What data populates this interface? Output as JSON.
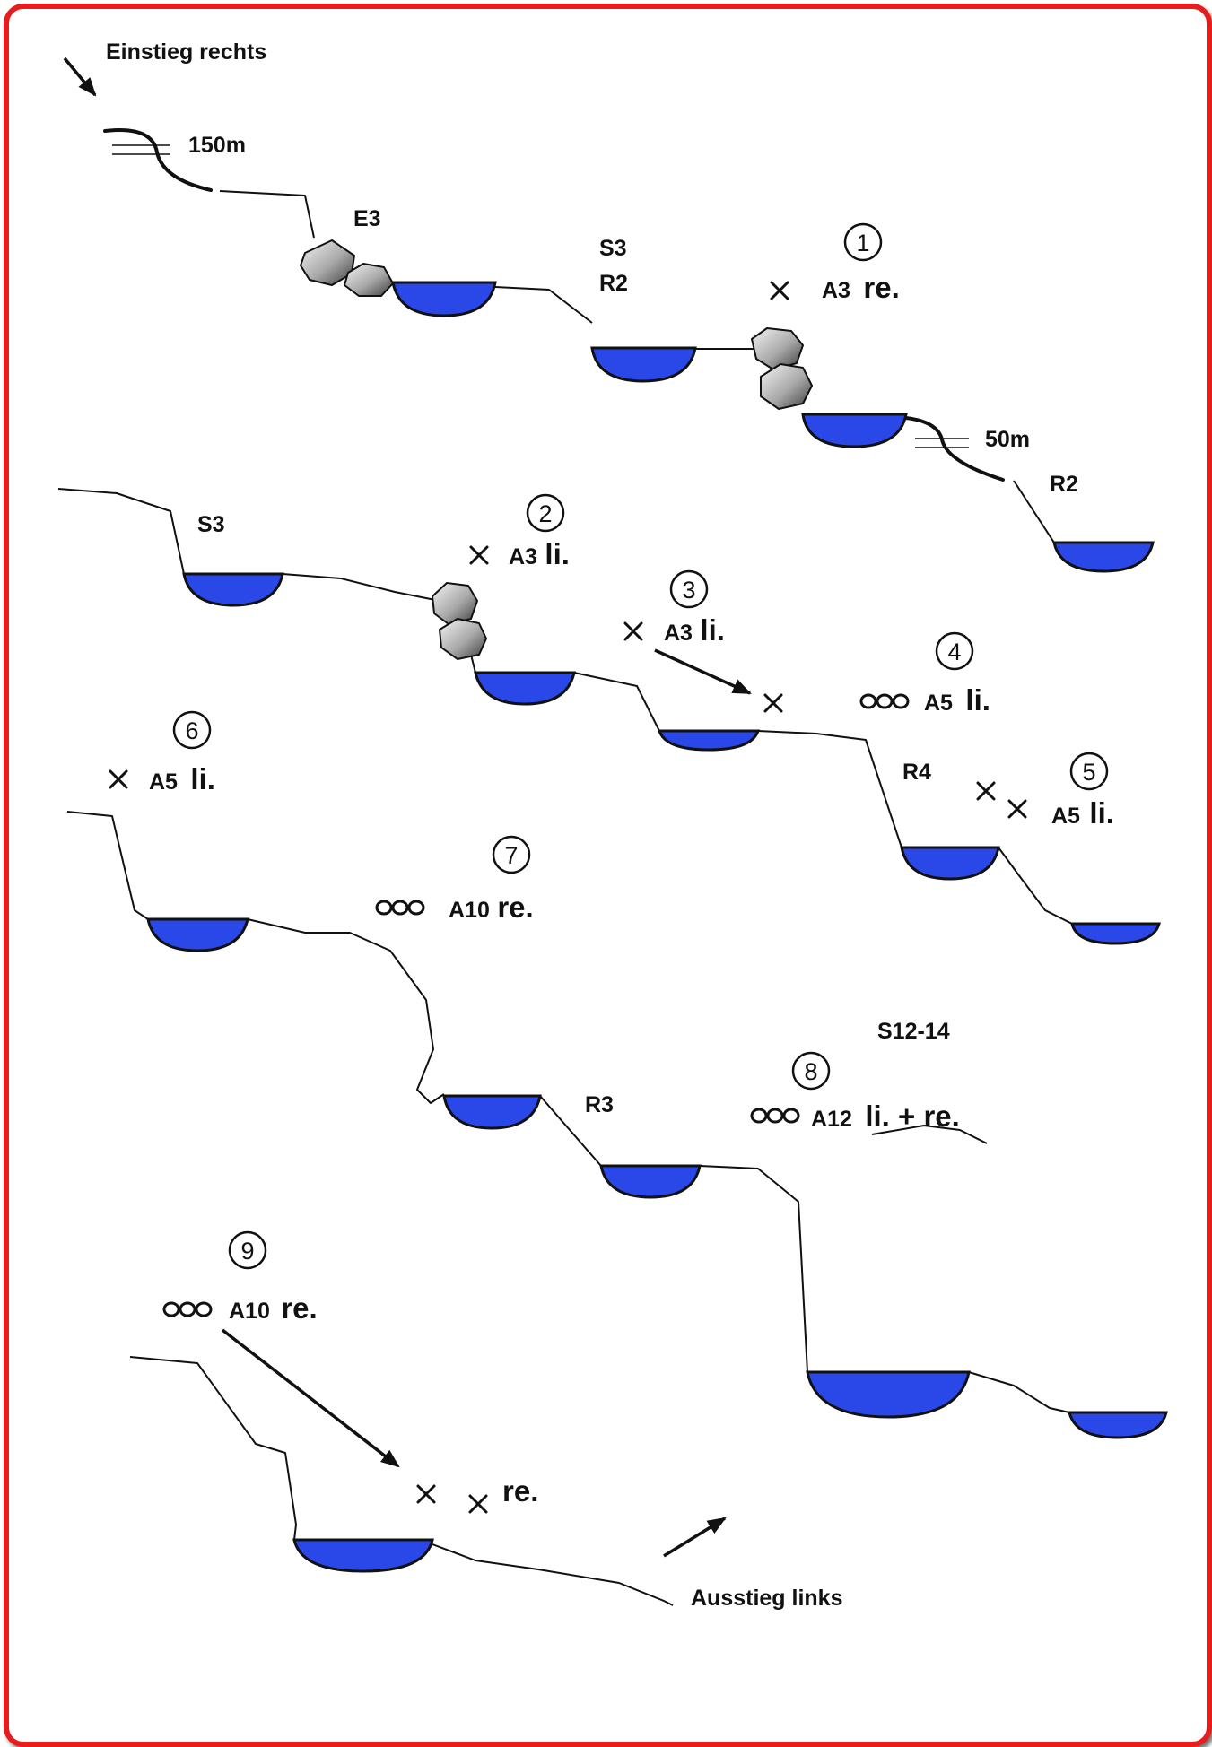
{
  "entry": "Einstieg rechts",
  "exit": "Ausstieg links",
  "distances": [
    "150m",
    "50m"
  ],
  "features": [
    "E3",
    "S3",
    "R2",
    "R2",
    "S3",
    "R4",
    "R3",
    "S12-14"
  ],
  "anchors": [
    {
      "num": "1",
      "label": "A3",
      "side": "re."
    },
    {
      "num": "2",
      "label": "A3",
      "side": "li."
    },
    {
      "num": "3",
      "label": "A3",
      "side": "li."
    },
    {
      "num": "4",
      "label": "A5",
      "side": "li."
    },
    {
      "num": "5",
      "label": "A5",
      "side": "li."
    },
    {
      "num": "6",
      "label": "A5",
      "side": "li."
    },
    {
      "num": "7",
      "label": "A10",
      "side": "re."
    },
    {
      "num": "8",
      "label": "A12",
      "side": "li. + re."
    },
    {
      "num": "9",
      "label": "A10",
      "side": "re."
    }
  ],
  "extra_side": "re.",
  "colors": {
    "frame": "#e81c1c",
    "water": "#2a47e8",
    "line": "#111111"
  }
}
